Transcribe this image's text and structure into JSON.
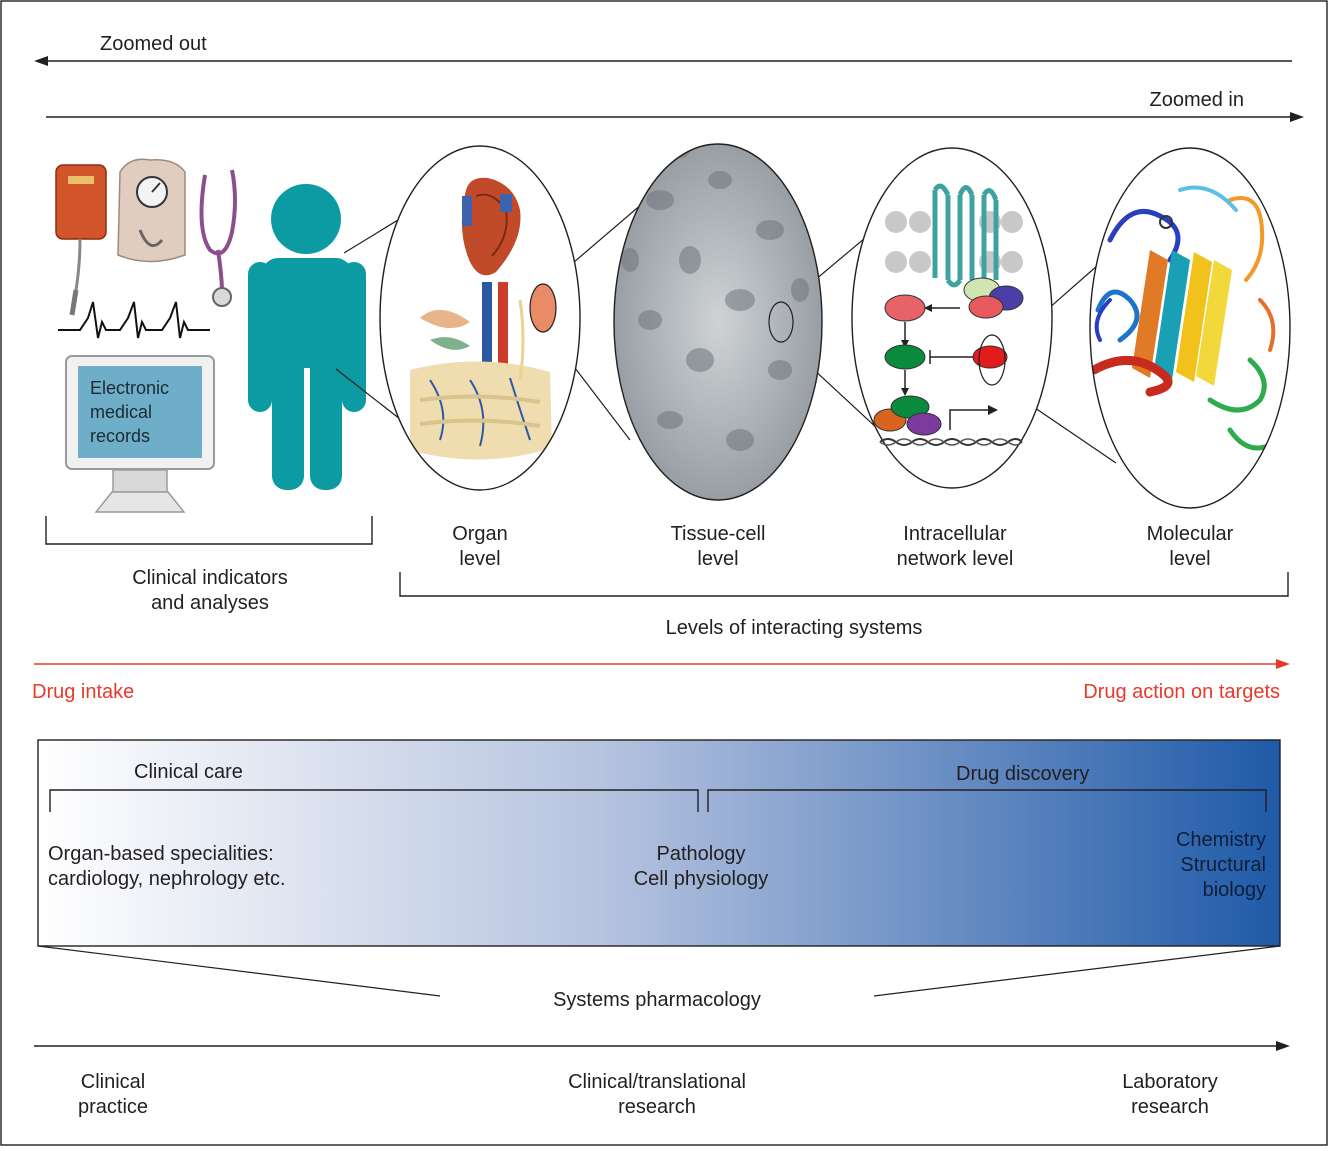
{
  "scale": {
    "zoomed_out": "Zoomed out",
    "zoomed_in": "Zoomed in"
  },
  "clinical": {
    "monitor_text": "Electronic\nmedical\nrecords",
    "indicators_label": "Clinical indicators\nand analyses"
  },
  "levels": {
    "organ": "Organ\nlevel",
    "tissue": "Tissue-cell\nlevel",
    "intracellular": "Intracellular\nnetwork level",
    "molecular": "Molecular\nlevel",
    "group_label": "Levels of interacting systems"
  },
  "drug_axis": {
    "left": "Drug intake",
    "right": "Drug action on targets",
    "color": "#e8392a"
  },
  "domains": {
    "clinical_care": "Clinical care",
    "drug_discovery": "Drug discovery",
    "organ_specialities": "Organ-based specialities:\ncardiology, nephrology etc.",
    "pathology": "Pathology\nCell physiology",
    "chemistry": "Chemistry\nStructural\nbiology",
    "gradient_start": "#ffffff",
    "gradient_end": "#1f5aa8"
  },
  "systems_pharmacology": "Systems pharmacology",
  "research_axis": {
    "clinical_practice": "Clinical\npractice",
    "translational": "Clinical/translational\nresearch",
    "laboratory": "Laboratory\nresearch"
  }
}
